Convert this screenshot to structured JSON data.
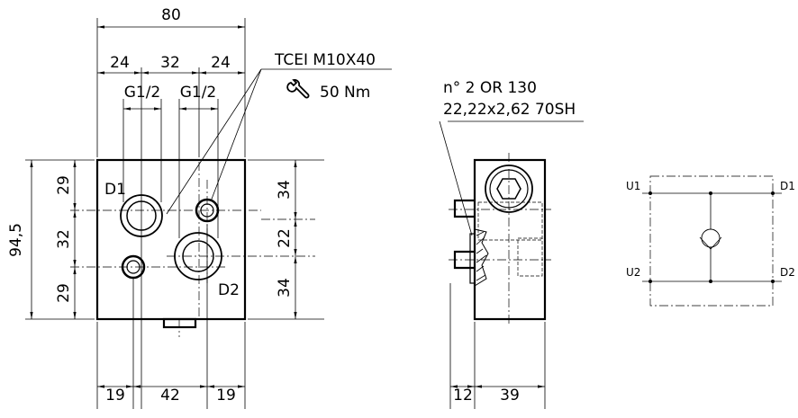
{
  "front_view": {
    "dim_total_width": "80",
    "dim_left": "24",
    "dim_middle": "32",
    "dim_right": "24",
    "port_left": "G1/2",
    "port_right": "G1/2",
    "label_d1": "D1",
    "label_d2": "D2",
    "dim_height": "94,5",
    "dim_left_top": "29",
    "dim_left_mid": "32",
    "dim_left_bottom": "29",
    "dim_right_top": "34",
    "dim_right_mid": "22",
    "dim_right_bottom": "34",
    "dim_bottom_left": "19",
    "dim_bottom_mid": "42",
    "dim_bottom_right": "19",
    "screw_label": "TCEI M10X40",
    "torque_label": "50 Nm",
    "torque_icon": "wrench-icon"
  },
  "side_view": {
    "oring_line1": "n° 2 OR 130",
    "oring_line2": "22,22x2,62 70SH",
    "dim_left": "12",
    "dim_right": "39"
  },
  "schematic": {
    "u1": "U1",
    "d1": "D1",
    "u2": "U2",
    "d2": "D2"
  }
}
